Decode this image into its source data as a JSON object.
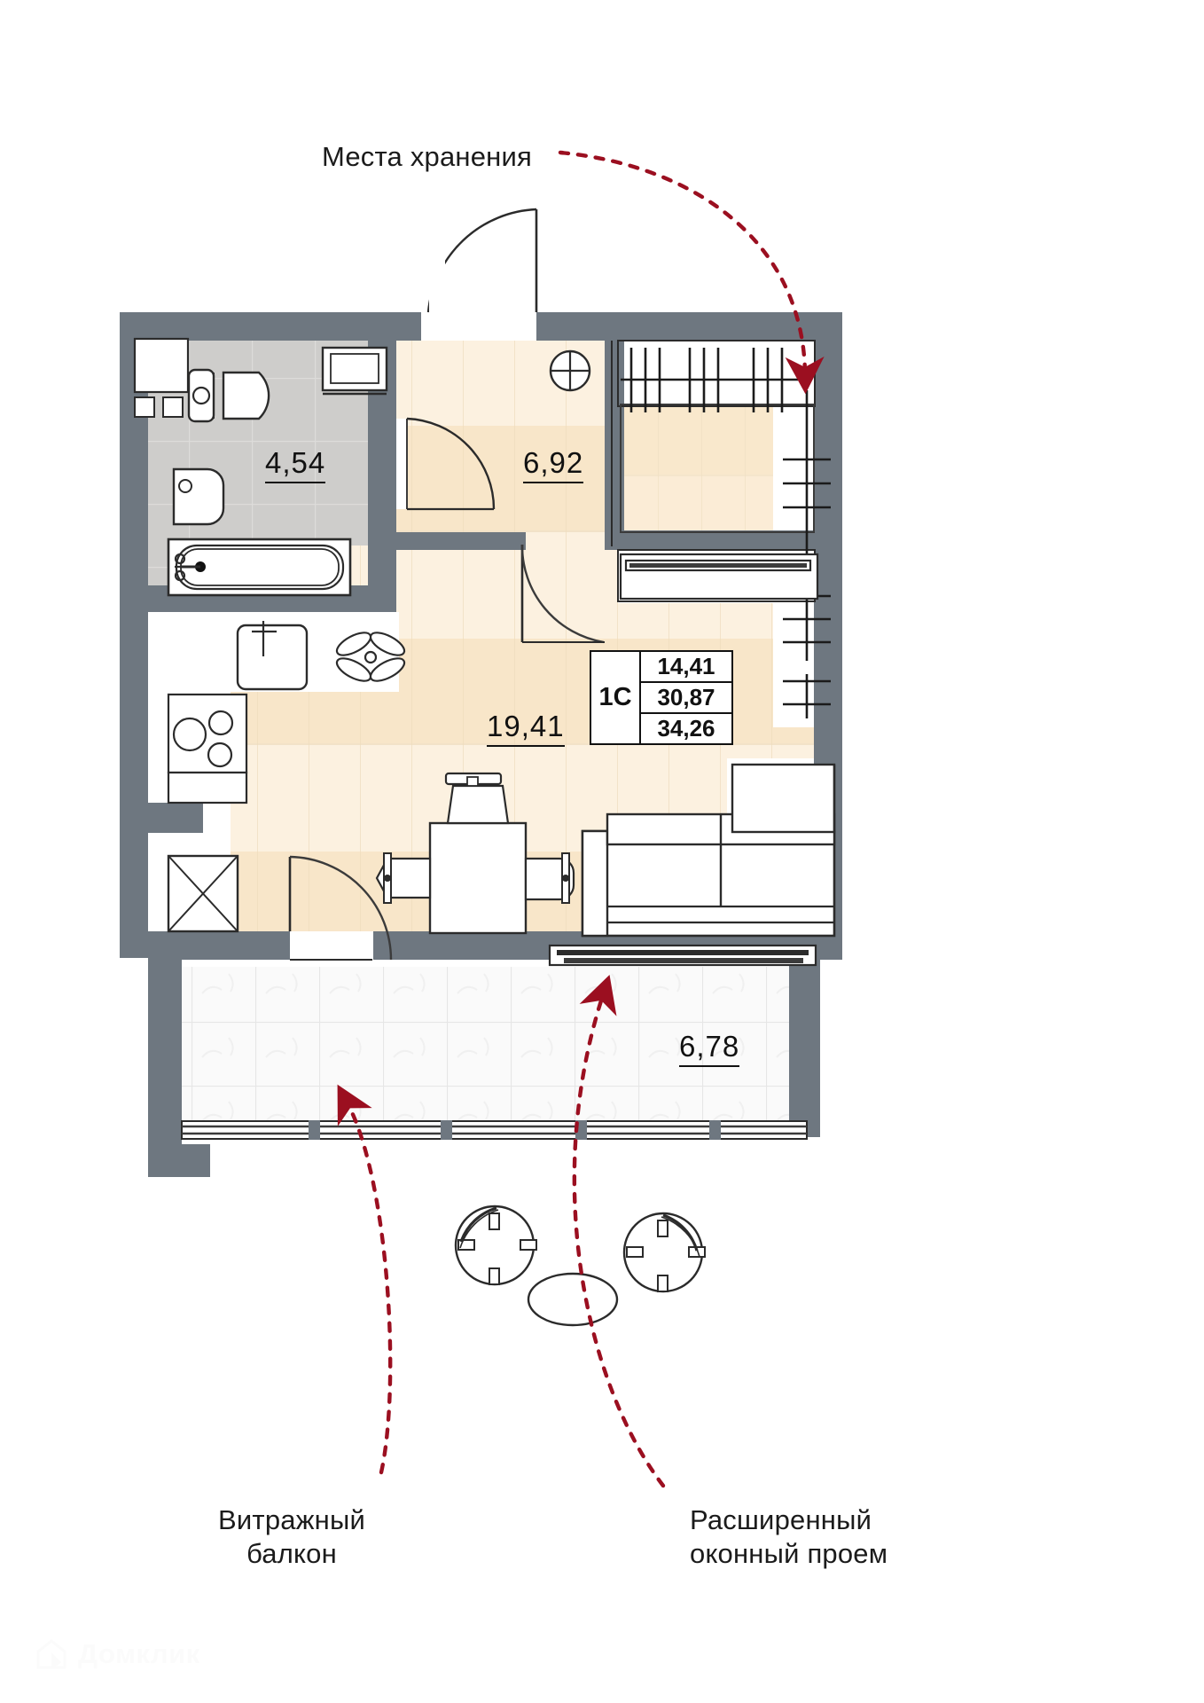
{
  "document": {
    "type": "apartment-floor-plan",
    "watermark": "Домклик"
  },
  "annotations": [
    {
      "id": "storage",
      "text": "Места хранения"
    },
    {
      "id": "balcony",
      "text": "Витражный\nбалкон"
    },
    {
      "id": "window",
      "text": "Расширенный\nоконный проем"
    }
  ],
  "annotation_texts": {
    "storage": "Места хранения",
    "balcony": "Витражный\nбалкон",
    "window": "Расширенный\nоконный проем"
  },
  "rooms": [
    {
      "name": "bathroom",
      "area": "4,54"
    },
    {
      "name": "hall",
      "area": "6,92"
    },
    {
      "name": "living-kitchen",
      "area": "19,41"
    },
    {
      "name": "balcony",
      "area": "6,78"
    }
  ],
  "areas": {
    "bathroom": "4,54",
    "hall": "6,92",
    "living": "19,41",
    "balcony": "6,78"
  },
  "spec": {
    "type": "1C",
    "living_area": "14,41",
    "area_without_balcony": "30,87",
    "total_area": "34,26"
  },
  "colors": {
    "wall": "#6e7780",
    "floor_wood": "#f9e7cd",
    "floor_tile_bath": "#cfcfcd",
    "floor_tile_balcony": "#f7f7f7",
    "annotation_arrow": "#9b0f20",
    "text": "#1b1b1b"
  }
}
